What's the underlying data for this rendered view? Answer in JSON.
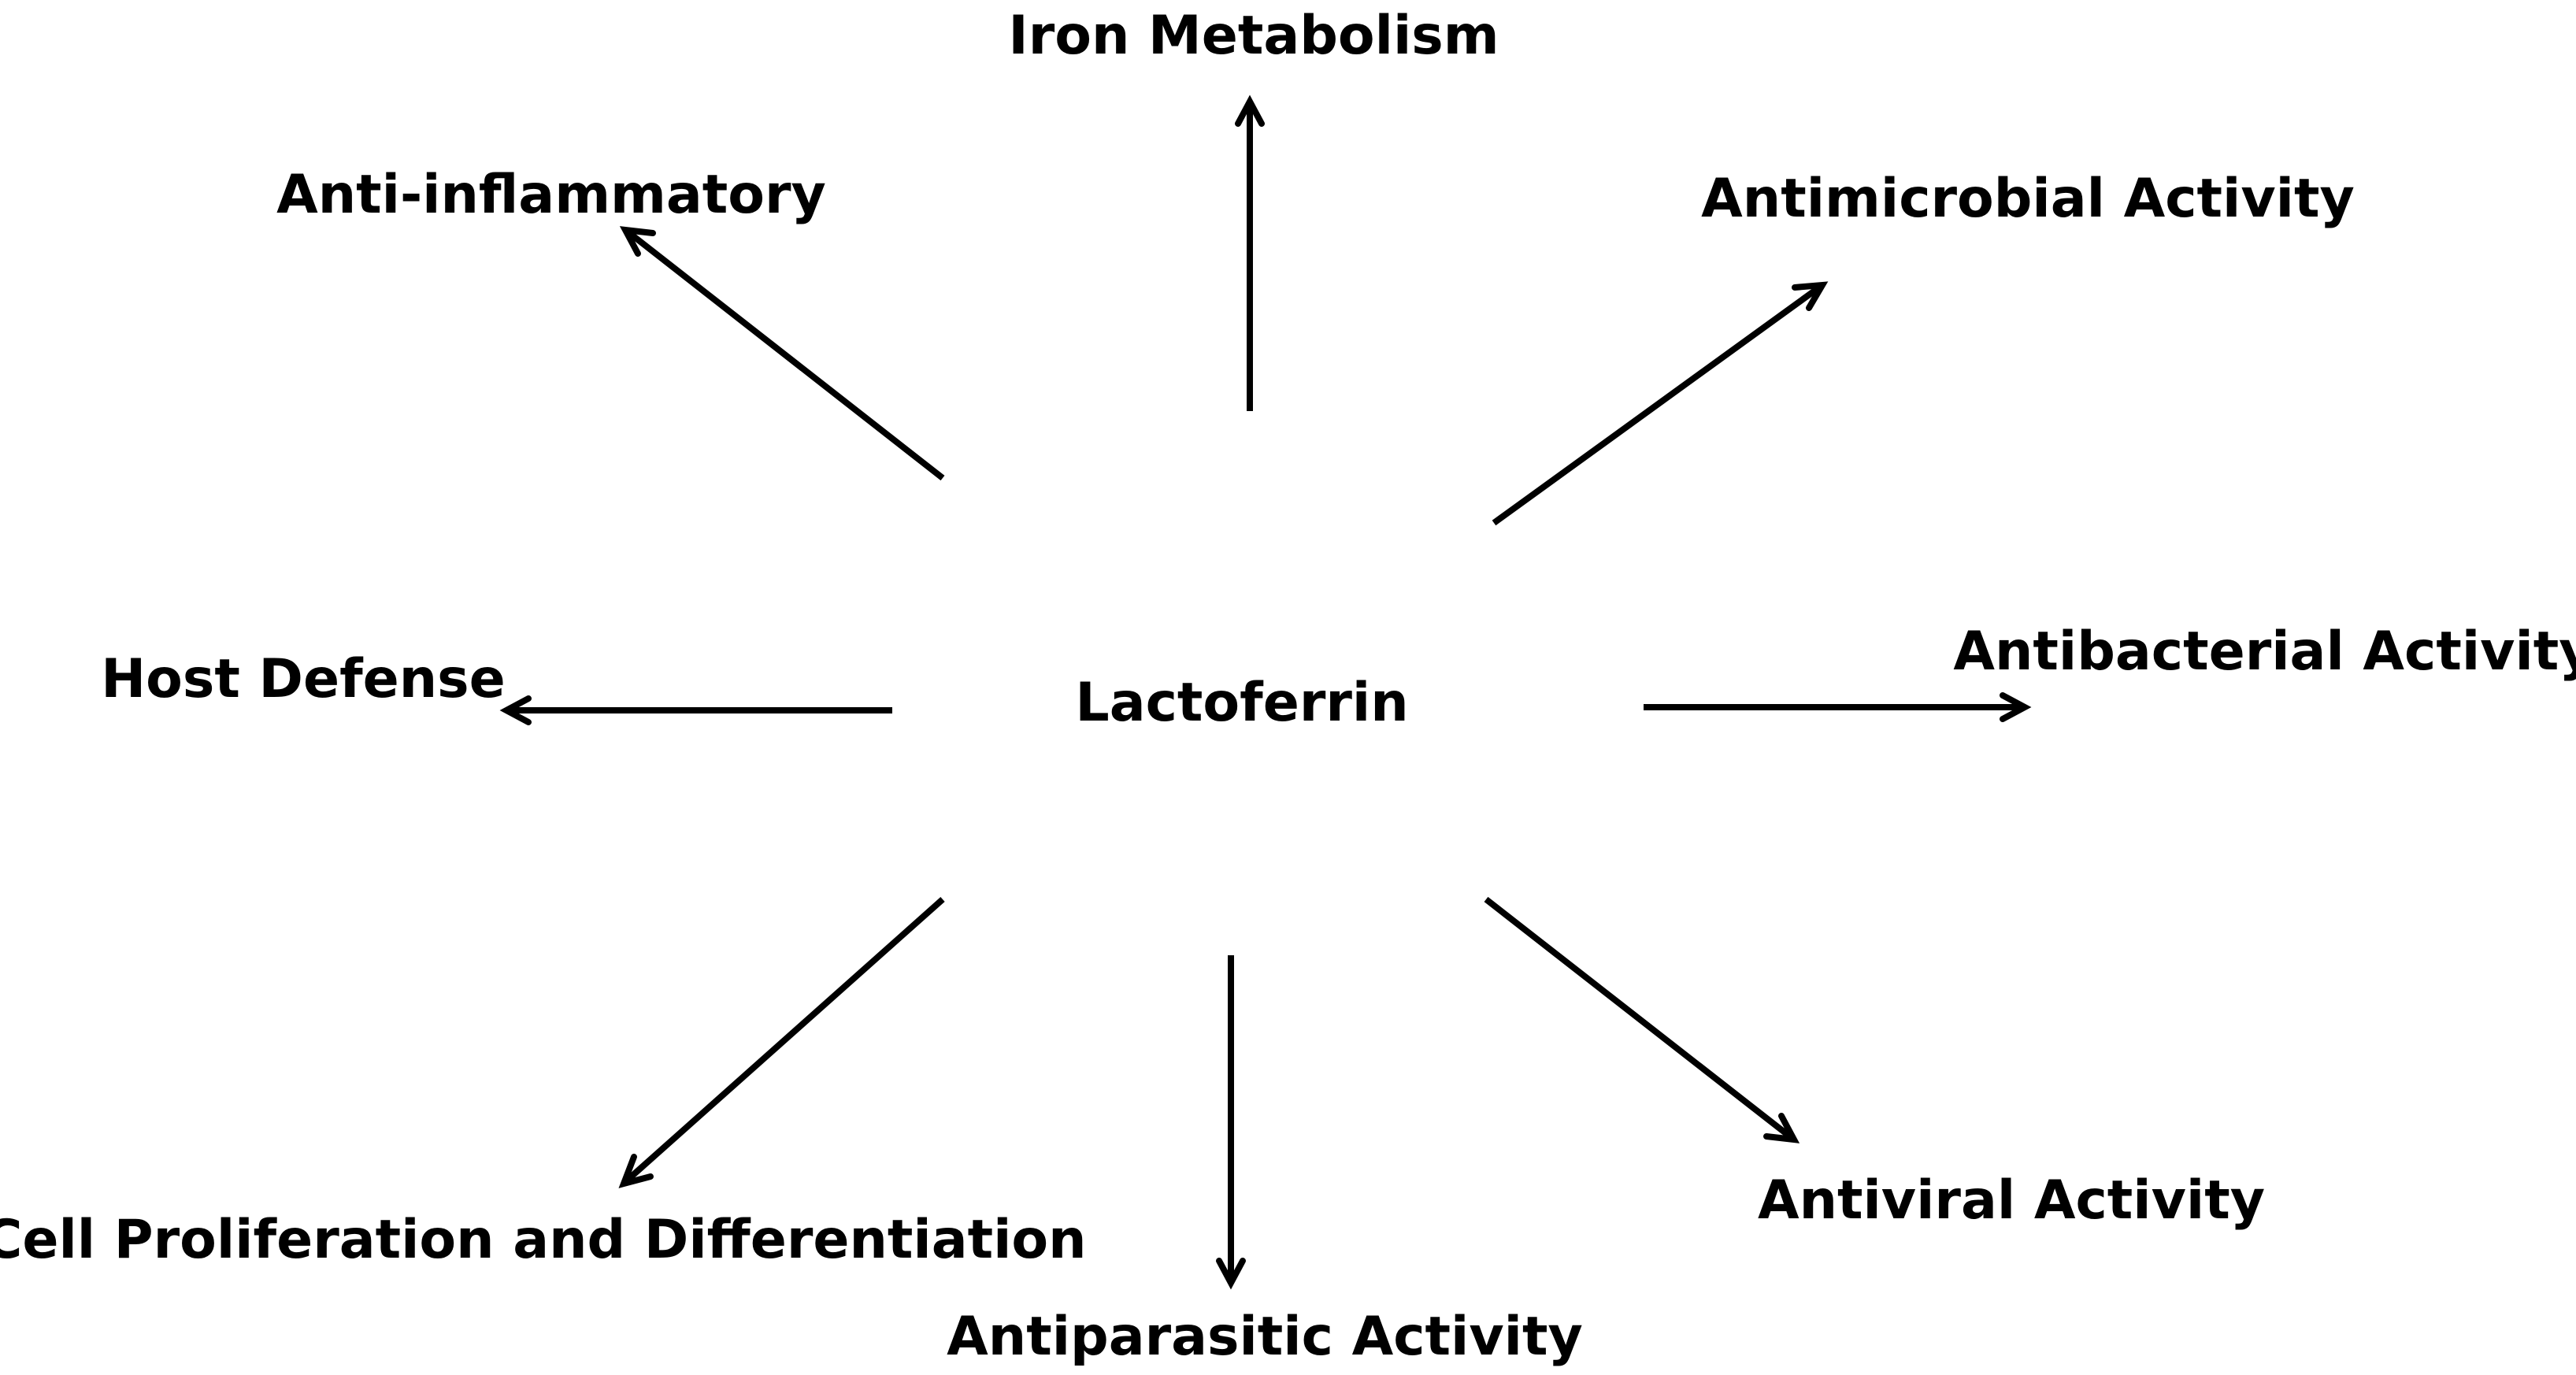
{
  "center": {
    "label": "Lactoferrin"
  },
  "functions": [
    {
      "id": "iron-metabolism",
      "label": "Iron Metabolism"
    },
    {
      "id": "antimicrobial-activity",
      "label": "Antimicrobial Activity"
    },
    {
      "id": "antibacterial-activity",
      "label": "Antibacterial Activity"
    },
    {
      "id": "antiviral-activity",
      "label": "Antiviral Activity"
    },
    {
      "id": "antiparasitic-activity",
      "label": "Antiparasitic Activity"
    },
    {
      "id": "cell-proliferation",
      "label": "Cell Proliferation and Differentiation"
    },
    {
      "id": "host-defense",
      "label": "Host Defense"
    },
    {
      "id": "anti-inflammatory",
      "label": "Anti-inflammatory"
    }
  ],
  "colors": {
    "background": "#ffffff",
    "ink": "#000000"
  }
}
